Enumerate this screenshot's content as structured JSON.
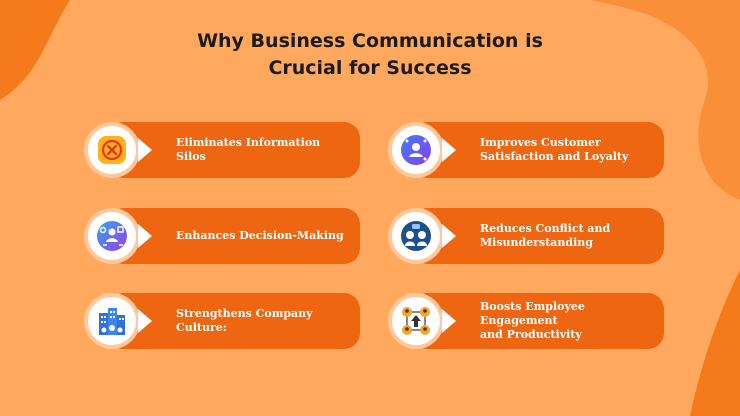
{
  "title": {
    "line1": "Why Business Communication is",
    "line2": "Crucial for Success"
  },
  "colors": {
    "background": "#FFA85E",
    "blob": "#F47A1B",
    "card": "#EE6512",
    "circle_ring": "#FFC89A",
    "title_text": "#1B1B1B"
  },
  "items": [
    {
      "line1": "Eliminates Information Silos",
      "line2": "",
      "icon": "no-silos-icon"
    },
    {
      "line1": "Improves Customer",
      "line2": "Satisfaction and Loyalty",
      "icon": "customer-satisfaction-icon"
    },
    {
      "line1": "Enhances Decision-Making",
      "line2": "",
      "icon": "decision-making-icon"
    },
    {
      "line1": "Reduces Conflict and",
      "line2": "Misunderstanding",
      "icon": "conflict-resolution-icon"
    },
    {
      "line1": "Strengthens Company Culture:",
      "line2": "",
      "icon": "company-building-icon"
    },
    {
      "line1": "Boosts Employee Engagement",
      "line2": "and Productivity",
      "icon": "employee-engagement-icon"
    }
  ]
}
